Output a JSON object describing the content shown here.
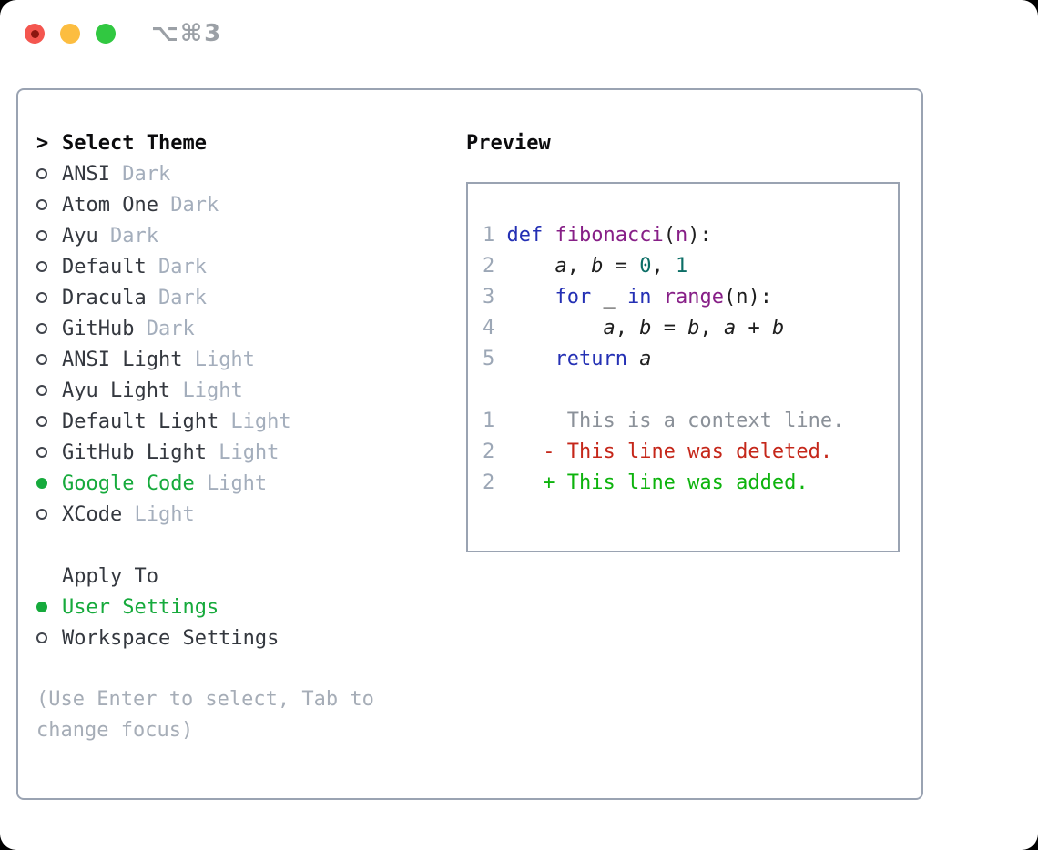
{
  "window": {
    "title": "⌥⌘3",
    "traffic_lights": [
      "close",
      "minimize",
      "zoom"
    ]
  },
  "colors": {
    "selected_green": "#16aa3c",
    "diff_added_green": "#0db30d",
    "diff_deleted_red": "#c5271a",
    "keyword_blue": "#2430b4",
    "function_purple": "#871f87",
    "literal_teal": "#0c6e66",
    "muted_gray": "#a4aebc",
    "border_gray": "#9aa3b2"
  },
  "theme_list": {
    "header": "Select Theme",
    "header_prefix": ">",
    "items": [
      {
        "name": "ANSI",
        "variant": "Dark",
        "selected": false
      },
      {
        "name": "Atom One",
        "variant": "Dark",
        "selected": false
      },
      {
        "name": "Ayu",
        "variant": "Dark",
        "selected": false
      },
      {
        "name": "Default",
        "variant": "Dark",
        "selected": false
      },
      {
        "name": "Dracula",
        "variant": "Dark",
        "selected": false
      },
      {
        "name": "GitHub",
        "variant": "Dark",
        "selected": false
      },
      {
        "name": "ANSI Light",
        "variant": "Light",
        "selected": false
      },
      {
        "name": "Ayu Light",
        "variant": "Light",
        "selected": false
      },
      {
        "name": "Default Light",
        "variant": "Light",
        "selected": false
      },
      {
        "name": "GitHub Light",
        "variant": "Light",
        "selected": false
      },
      {
        "name": "Google Code",
        "variant": "Light",
        "selected": true
      },
      {
        "name": "XCode",
        "variant": "Light",
        "selected": false
      }
    ]
  },
  "apply_to": {
    "header": "Apply To",
    "options": [
      {
        "name": "User Settings",
        "selected": true
      },
      {
        "name": "Workspace Settings",
        "selected": false
      }
    ]
  },
  "hint": {
    "line1": "(Use Enter to select, Tab to",
    "line2": "change focus)"
  },
  "preview": {
    "header": "Preview",
    "code_lines": [
      {
        "num": "1",
        "tokens": [
          {
            "t": "def",
            "c": "kw"
          },
          {
            "t": " ",
            "c": "plain"
          },
          {
            "t": "fibonacci",
            "c": "fn"
          },
          {
            "t": "(",
            "c": "plain"
          },
          {
            "t": "n",
            "c": "fn"
          },
          {
            "t": "):",
            "c": "plain"
          }
        ]
      },
      {
        "num": "2",
        "tokens": [
          {
            "t": "    ",
            "c": "plain"
          },
          {
            "t": "a",
            "c": "var"
          },
          {
            "t": ", ",
            "c": "plain"
          },
          {
            "t": "b",
            "c": "var"
          },
          {
            "t": " = ",
            "c": "plain"
          },
          {
            "t": "0",
            "c": "lit"
          },
          {
            "t": ", ",
            "c": "plain"
          },
          {
            "t": "1",
            "c": "lit"
          }
        ]
      },
      {
        "num": "3",
        "tokens": [
          {
            "t": "    ",
            "c": "plain"
          },
          {
            "t": "for",
            "c": "kw"
          },
          {
            "t": " _ ",
            "c": "plain"
          },
          {
            "t": "in",
            "c": "kw"
          },
          {
            "t": " ",
            "c": "plain"
          },
          {
            "t": "range",
            "c": "fn"
          },
          {
            "t": "(n):",
            "c": "plain"
          }
        ]
      },
      {
        "num": "4",
        "tokens": [
          {
            "t": "        ",
            "c": "plain"
          },
          {
            "t": "a",
            "c": "var"
          },
          {
            "t": ", ",
            "c": "plain"
          },
          {
            "t": "b",
            "c": "var"
          },
          {
            "t": " = ",
            "c": "plain"
          },
          {
            "t": "b",
            "c": "var"
          },
          {
            "t": ", ",
            "c": "plain"
          },
          {
            "t": "a",
            "c": "var"
          },
          {
            "t": " + ",
            "c": "plain"
          },
          {
            "t": "b",
            "c": "var"
          }
        ]
      },
      {
        "num": "5",
        "tokens": [
          {
            "t": "    ",
            "c": "plain"
          },
          {
            "t": "return",
            "c": "kw"
          },
          {
            "t": " ",
            "c": "plain"
          },
          {
            "t": "a",
            "c": "var"
          }
        ]
      }
    ],
    "diff_lines": [
      {
        "num": "1",
        "marker": "  ",
        "text": "This is a context line.",
        "type": "context"
      },
      {
        "num": "2",
        "marker": "- ",
        "text": "This line was deleted.",
        "type": "deleted"
      },
      {
        "num": "2",
        "marker": "+ ",
        "text": "This line was added.",
        "type": "added"
      }
    ]
  }
}
